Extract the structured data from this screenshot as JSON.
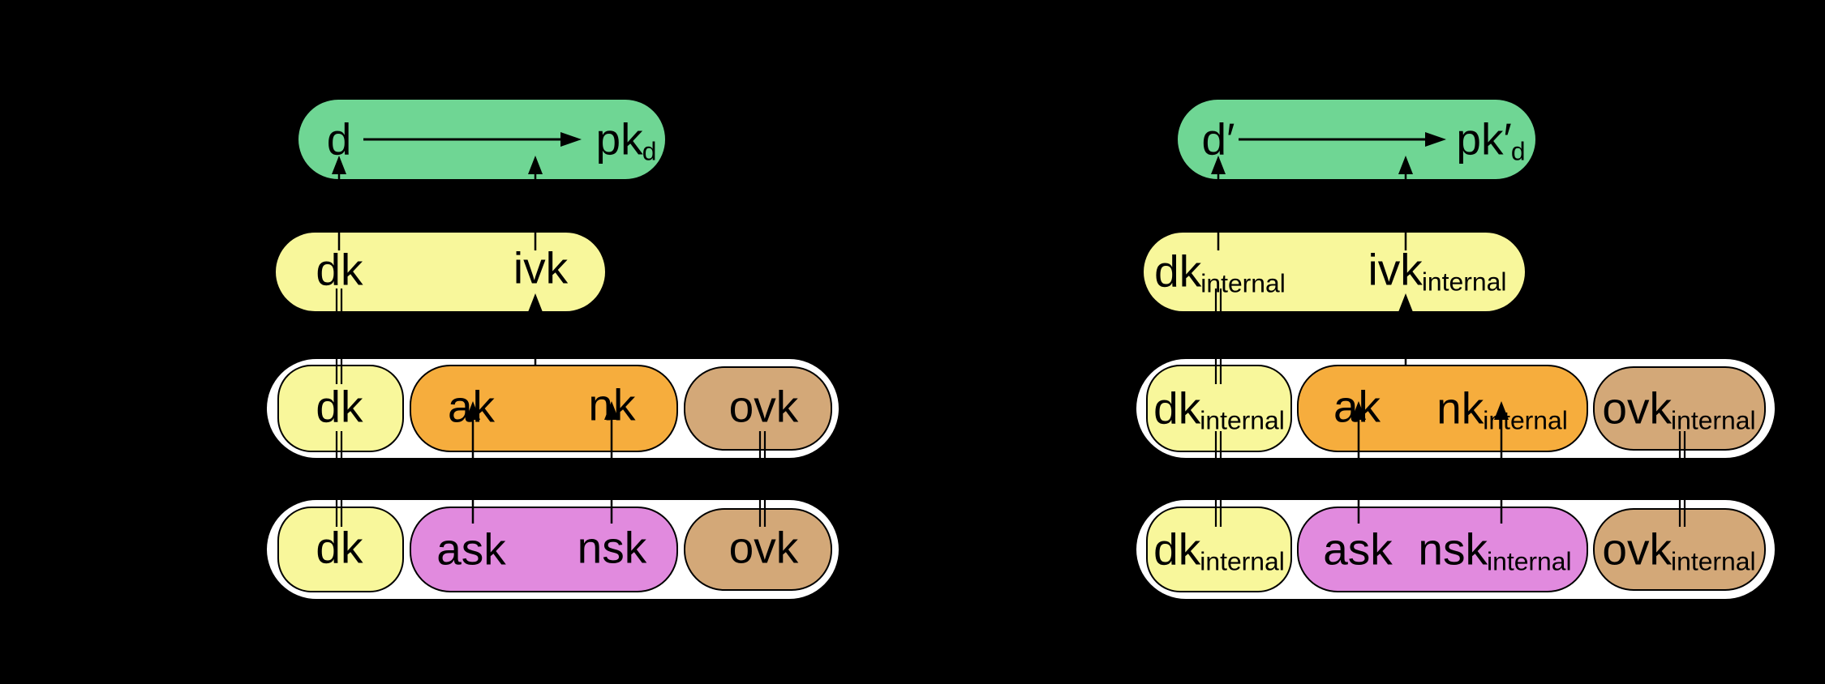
{
  "title": "Key derivation diagram: external and internal key components",
  "colors": {
    "background": "#000000",
    "green": "#6fd694",
    "yellow": "#f8f79b",
    "orange": "#f6ad3d",
    "magenta": "#e18ade",
    "tan": "#d3a878",
    "container": "#ffffff",
    "line": "#000000"
  },
  "left": {
    "row1": {
      "d": "d",
      "pk_base": "pk",
      "pk_sub": "d"
    },
    "row2": {
      "dk_base": "dk",
      "dk_sub": "",
      "ivk_base": "ivk",
      "ivk_sub": ""
    },
    "row3": {
      "dk_base": "dk",
      "dk_sub": "",
      "ak": "ak",
      "nk_base": "nk",
      "nk_sub": "",
      "ovk_base": "ovk",
      "ovk_sub": ""
    },
    "row4": {
      "dk_base": "dk",
      "dk_sub": "",
      "ask": "ask",
      "nsk_base": "nsk",
      "nsk_sub": "",
      "ovk_base": "ovk",
      "ovk_sub": ""
    }
  },
  "right": {
    "row1": {
      "d": "d′",
      "pk_base": "pk′",
      "pk_sub": "d"
    },
    "row2": {
      "dk_base": "dk",
      "dk_sub": "internal",
      "ivk_base": "ivk",
      "ivk_sub": "internal"
    },
    "row3": {
      "dk_base": "dk",
      "dk_sub": "internal",
      "ak": "ak",
      "nk_base": "nk",
      "nk_sub": "internal",
      "ovk_base": "ovk",
      "ovk_sub": "internal"
    },
    "row4": {
      "dk_base": "dk",
      "dk_sub": "internal",
      "ask": "ask",
      "nsk_base": "nsk",
      "nsk_sub": "internal",
      "ovk_base": "ovk",
      "ovk_sub": "internal"
    }
  }
}
